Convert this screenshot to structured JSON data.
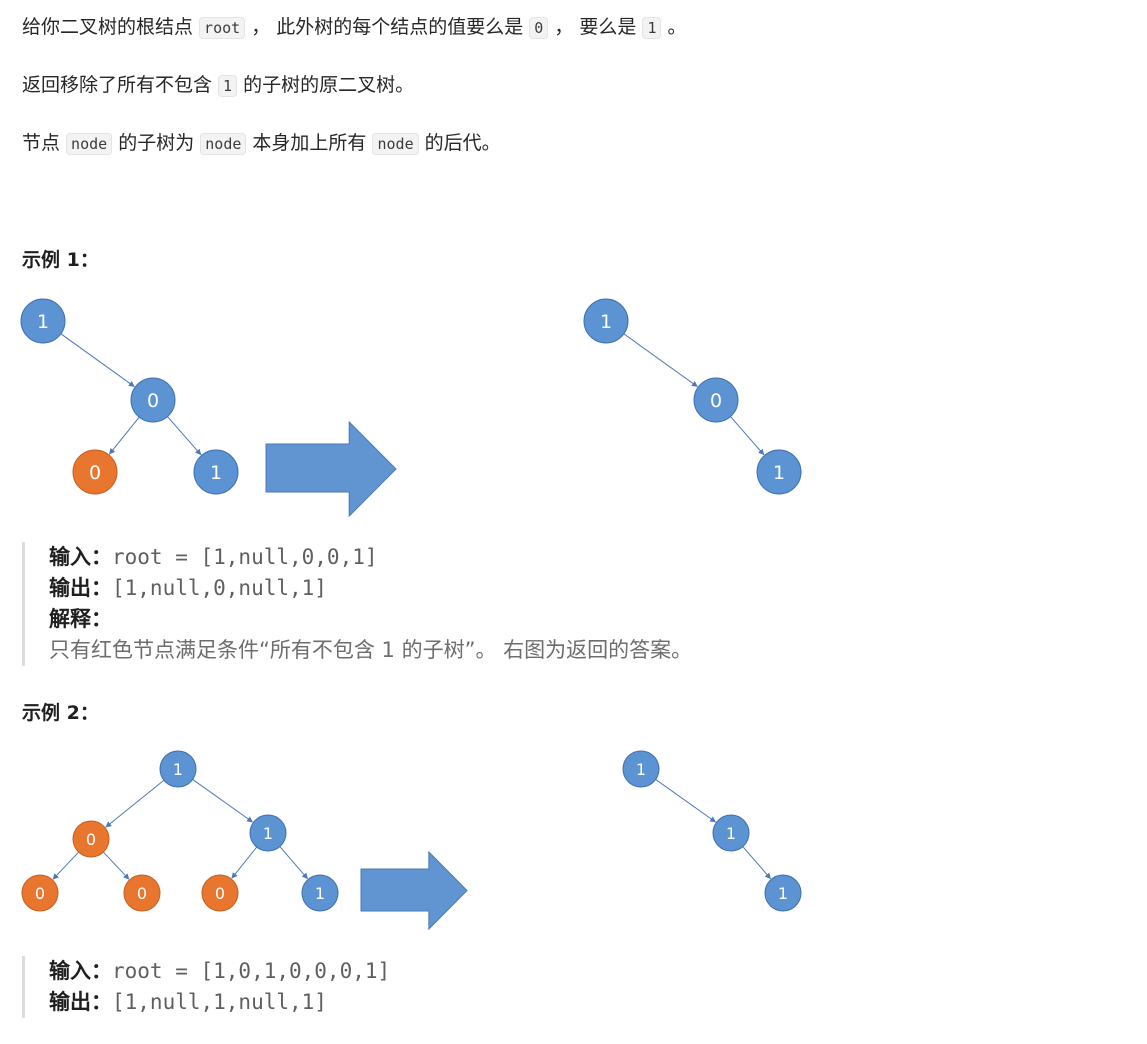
{
  "description": [
    {
      "parts": [
        {
          "t": "text",
          "v": "给你二叉树的根结点 "
        },
        {
          "t": "code",
          "v": "root"
        },
        {
          "t": "text",
          "v": " ， 此外树的每个结点的值要么是 "
        },
        {
          "t": "code",
          "v": "0"
        },
        {
          "t": "text",
          "v": " ， 要么是 "
        },
        {
          "t": "code",
          "v": "1"
        },
        {
          "t": "text",
          "v": " 。"
        }
      ]
    },
    {
      "parts": [
        {
          "t": "text",
          "v": "返回移除了所有不包含 "
        },
        {
          "t": "code",
          "v": "1"
        },
        {
          "t": "text",
          "v": " 的子树的原二叉树。"
        }
      ]
    },
    {
      "parts": [
        {
          "t": "text",
          "v": "节点 "
        },
        {
          "t": "code",
          "v": "node"
        },
        {
          "t": "text",
          "v": " 的子树为 "
        },
        {
          "t": "code",
          "v": "node"
        },
        {
          "t": "text",
          "v": " 本身加上所有 "
        },
        {
          "t": "code",
          "v": "node"
        },
        {
          "t": "text",
          "v": " 的后代。"
        }
      ]
    }
  ],
  "examples": [
    {
      "heading": "示例 1：",
      "input_label": "输入：",
      "input_value": "root = [1,null,0,0,1]",
      "output_label": "输出：",
      "output_value": "[1,null,0,null,1]",
      "explanation_label": "解释：",
      "explanation": "只有红色节点满足条件“所有不包含 1 的子树”。 右图为返回的答案。"
    },
    {
      "heading": "示例 2：",
      "input_label": "输入：",
      "input_value": "root = [1,0,1,0,0,0,1]",
      "output_label": "输出：",
      "output_value": "[1,null,1,null,1]"
    }
  ],
  "colors": {
    "kept_node": "#5b93d3",
    "removed_node": "#e9762f",
    "edge": "#4a78b8",
    "arrow_fill": "#6095d2",
    "arrow_stroke": "#4a78b8"
  },
  "figures": [
    {
      "node_r": 22,
      "font": 19,
      "nodes": [
        {
          "id": "a1",
          "label": "1",
          "color": "kept"
        },
        {
          "id": "a2",
          "label": "0",
          "color": "kept"
        },
        {
          "id": "a3",
          "label": "0",
          "color": "removed"
        },
        {
          "id": "a4",
          "label": "1",
          "color": "kept"
        },
        {
          "id": "b1",
          "label": "1",
          "color": "kept"
        },
        {
          "id": "b2",
          "label": "0",
          "color": "kept"
        },
        {
          "id": "b3",
          "label": "1",
          "color": "kept"
        }
      ],
      "edges": [
        [
          "a1",
          "a2"
        ],
        [
          "a2",
          "a3"
        ],
        [
          "a2",
          "a4"
        ],
        [
          "b1",
          "b2"
        ],
        [
          "b2",
          "b3"
        ]
      ]
    },
    {
      "node_r": 18,
      "font": 16,
      "nodes": [
        {
          "id": "c1",
          "label": "1",
          "color": "kept"
        },
        {
          "id": "c2",
          "label": "0",
          "color": "removed"
        },
        {
          "id": "c3",
          "label": "1",
          "color": "kept"
        },
        {
          "id": "c4",
          "label": "0",
          "color": "removed"
        },
        {
          "id": "c5",
          "label": "0",
          "color": "removed"
        },
        {
          "id": "c6",
          "label": "0",
          "color": "removed"
        },
        {
          "id": "c7",
          "label": "1",
          "color": "kept"
        },
        {
          "id": "d1",
          "label": "1",
          "color": "kept"
        },
        {
          "id": "d2",
          "label": "1",
          "color": "kept"
        },
        {
          "id": "d3",
          "label": "1",
          "color": "kept"
        }
      ],
      "edges": [
        [
          "c1",
          "c2"
        ],
        [
          "c1",
          "c3"
        ],
        [
          "c2",
          "c4"
        ],
        [
          "c2",
          "c5"
        ],
        [
          "c3",
          "c6"
        ],
        [
          "c3",
          "c7"
        ],
        [
          "d1",
          "d2"
        ],
        [
          "d2",
          "d3"
        ]
      ]
    }
  ]
}
